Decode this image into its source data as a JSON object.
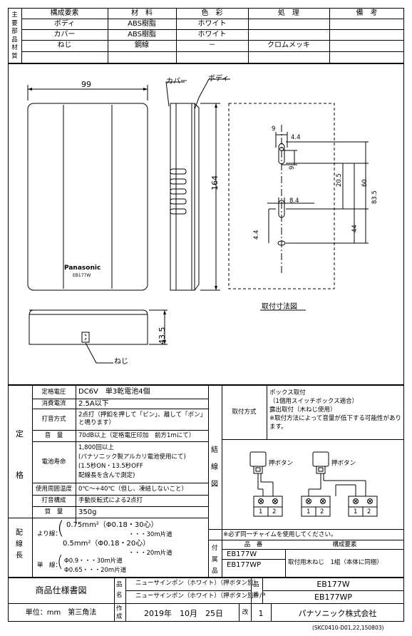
{
  "materials": {
    "side_label": "主要部品材質",
    "headers": [
      "構成要素",
      "材　料",
      "色　彩",
      "処　理",
      "備　考"
    ],
    "rows": [
      [
        "ボディ",
        "ABS樹脂",
        "ホワイト",
        "",
        ""
      ],
      [
        "カバー",
        "ABS樹脂",
        "ホワイト",
        "",
        ""
      ],
      [
        "ねじ",
        "鋼線",
        "－",
        "クロムメッキ",
        ""
      ]
    ]
  },
  "drawing": {
    "cover_label": "カバー",
    "body_label": "ボディ",
    "screw_label": "ねじ",
    "brand": "Panasonic",
    "model": "EB177W",
    "mount_title": "取付寸法図",
    "dims": {
      "width": "99",
      "height": "164",
      "depth": "43.5",
      "d9a": "9",
      "d44a": "4.4",
      "d9b": "9",
      "d205": "20.5",
      "d60": "60",
      "d835": "83.5",
      "d84": "8.4",
      "d44b": "4.4",
      "d44c": "44"
    }
  },
  "specs": {
    "side_label": "定格",
    "rows": [
      {
        "label": "定格電圧",
        "value": "DC6V　単3乾電池4個"
      },
      {
        "label": "消費電流",
        "value": "2.5A以下"
      },
      {
        "label": "打音方式",
        "value": "2点打（押釦を押して「ピン」、離して「ポン」と鳴ります）"
      },
      {
        "label": "音　量",
        "value": "70dB以上（定格電圧印加　前方1mにて）"
      },
      {
        "label": "電池寿命",
        "value": "1,800回以上\n(パナソニック製アルカリ電池使用にて)\n(1.5秒ON・13.5秒OFF\n配線長を含んで測定)"
      },
      {
        "label": "使用周囲温度",
        "value": "0℃〜+40℃（但し、凍結しないこと）"
      },
      {
        "label": "打音構成",
        "value": "手動反転式による2点打"
      },
      {
        "label": "質　量",
        "value": "350g"
      }
    ],
    "mount_label": "取付方式",
    "mount_value": "ボックス取付\n（1個用スイッチボックス適合）\n露出取付（木ねじ使用）\n※取付方法によって音量が低下する可能性があります。",
    "wiring_side": "結線図",
    "button_label_1": "押ボタン",
    "button_label_2": "押ボタン",
    "terminals": [
      "1",
      "2"
    ],
    "wire_side": "配線長",
    "wire_yori_label": "より線：",
    "wire_yori_1": "0.75mm²（Φ0.18・30心）",
    "wire_yori_1b": "・・・30m片道",
    "wire_yori_2": "0.5mm²（Φ0.18・20心）",
    "wire_yori_2b": "・・・20m片道",
    "wire_single_label": "単　線：",
    "wire_single_1": "Φ0.9・・・30m片道",
    "wire_single_2": "Φ0.65・・・20m片道",
    "note": "※必ず同一チャイムを使用してください。",
    "acc_side": "付属品",
    "acc_header_no": "品　番",
    "acc_header_parts": "構成要素",
    "acc_no_1": "EB177W",
    "acc_no_2": "EB177WP",
    "acc_parts": "取付用木ねじ　1組（本体に同梱）"
  },
  "footer": {
    "doc_title": "商品仕様書図",
    "hinmei_label": "品名",
    "hinmei_1": "ニューサインポン（ホワイト）（押ボタン別）",
    "hinmei_2": "ニューサインポン（ホワイト）（押ボタン別）/P",
    "hinban_label": "品番",
    "hinban_1": "EB177W",
    "hinban_2": "EB177WP",
    "unit": "単位：mm　第三角法",
    "created_label": "作成",
    "date": "2019年　10月　25日",
    "rev_label": "改",
    "rev": "1",
    "company": "パナソニック株式会社",
    "code": "(SKC0410-D01,22,150803)"
  }
}
